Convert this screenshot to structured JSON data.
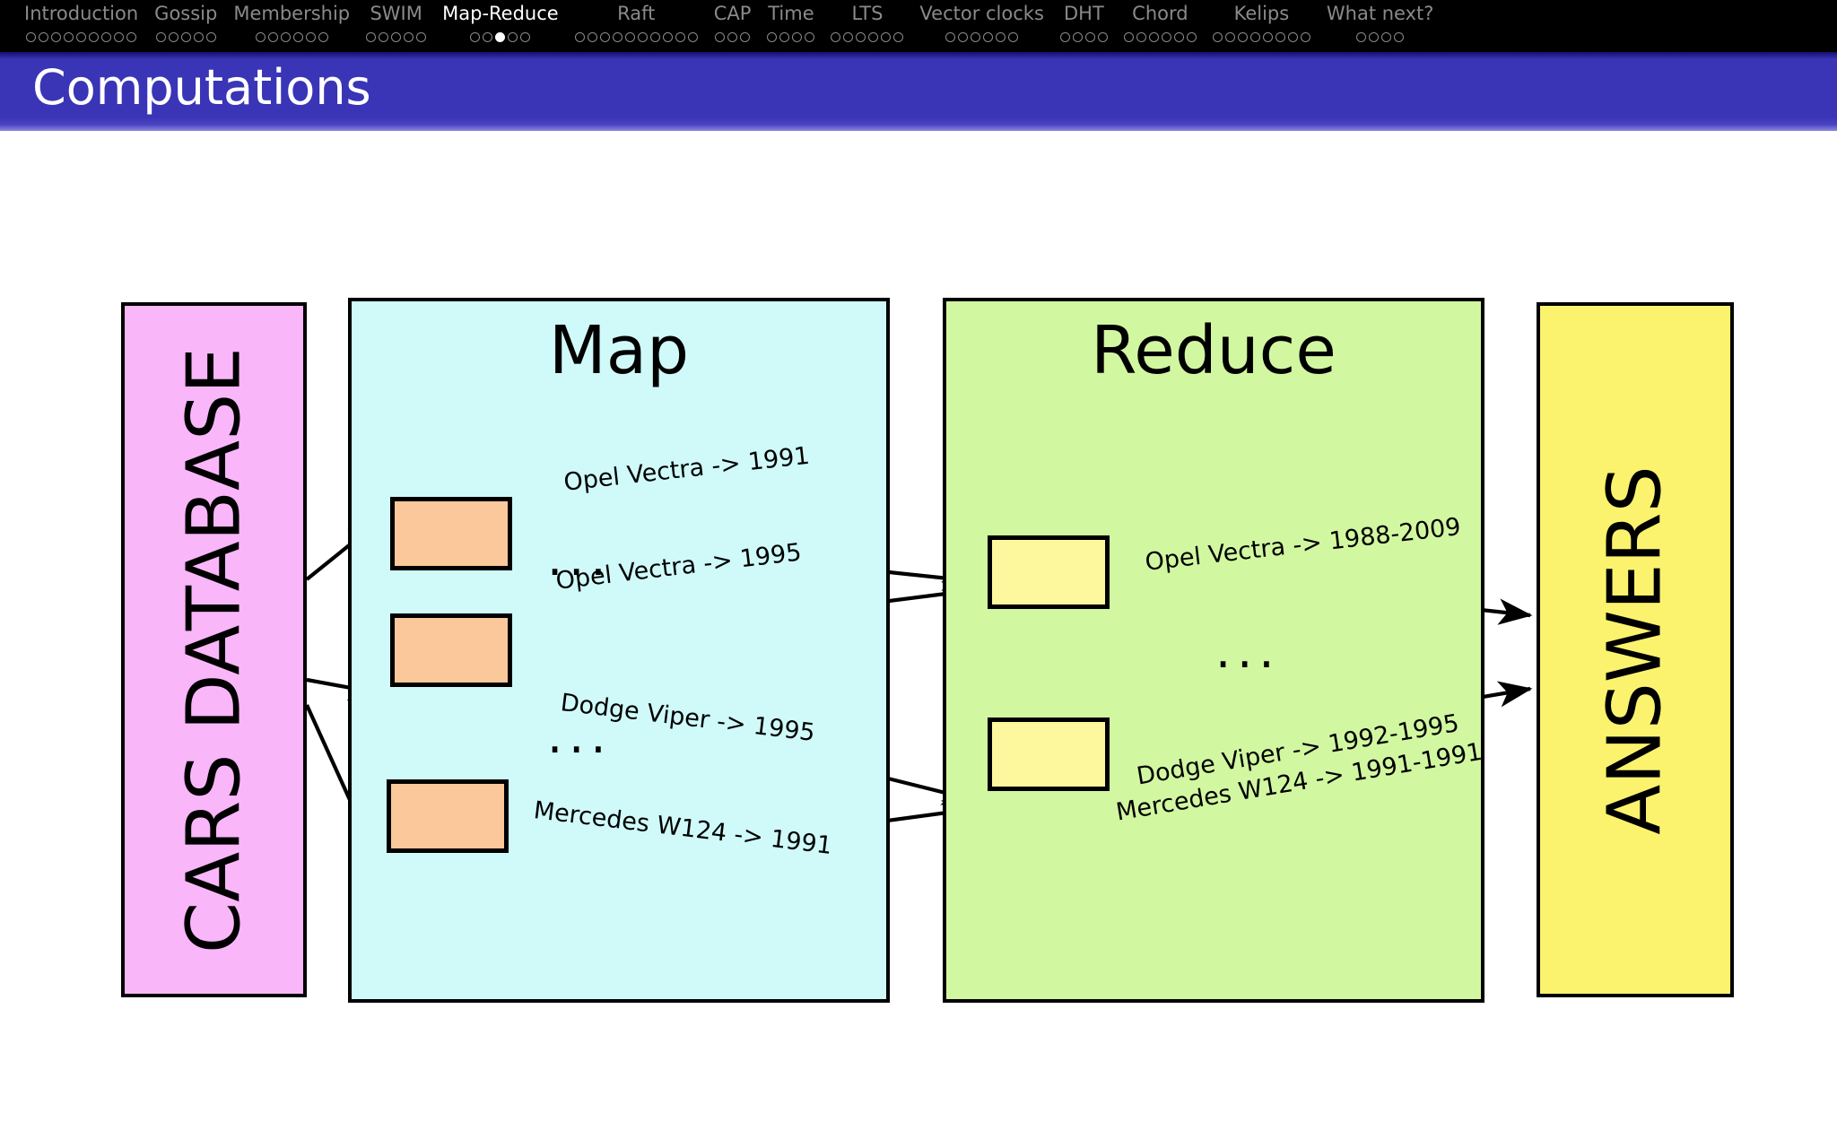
{
  "nav": {
    "sections": [
      {
        "label": "Introduction",
        "dots": 9,
        "current": -1,
        "active": false
      },
      {
        "label": "Gossip",
        "dots": 5,
        "current": -1,
        "active": false
      },
      {
        "label": "Membership",
        "dots": 6,
        "current": -1,
        "active": false
      },
      {
        "label": "SWIM",
        "dots": 5,
        "current": -1,
        "active": false
      },
      {
        "label": "Map-Reduce",
        "dots": 5,
        "current": 2,
        "active": true
      },
      {
        "label": "Raft",
        "dots": 10,
        "current": -1,
        "active": false
      },
      {
        "label": "CAP",
        "dots": 3,
        "current": -1,
        "active": false
      },
      {
        "label": "Time",
        "dots": 4,
        "current": -1,
        "active": false
      },
      {
        "label": "LTS",
        "dots": 6,
        "current": -1,
        "active": false
      },
      {
        "label": "Vector clocks",
        "dots": 6,
        "current": -1,
        "active": false
      },
      {
        "label": "DHT",
        "dots": 4,
        "current": -1,
        "active": false
      },
      {
        "label": "Chord",
        "dots": 6,
        "current": -1,
        "active": false
      },
      {
        "label": "Kelips",
        "dots": 8,
        "current": -1,
        "active": false
      },
      {
        "label": "What next?",
        "dots": 4,
        "current": -1,
        "active": false
      }
    ]
  },
  "banner": {
    "title": "Computations",
    "color": "#3a34b6"
  },
  "diagram": {
    "source": {
      "label": "CARS DATABASE",
      "color": "#f9b6f9"
    },
    "map": {
      "title": "Map",
      "color": "#d0fafa",
      "worker_color": "#fac89a",
      "ellipsis": "..."
    },
    "reduce": {
      "title": "Reduce",
      "color": "#d2f7a1",
      "worker_color": "#fdf79e",
      "ellipsis": "..."
    },
    "answers": {
      "label": "ANSWERS",
      "color": "#fbf36e"
    },
    "map_outputs": [
      "Opel Vectra -> 1991",
      "Opel Vectra -> 1995",
      "Dodge Viper -> 1995",
      "Mercedes W124 -> 1991"
    ],
    "reduce_outputs": [
      "Opel Vectra -> 1988-2009",
      "Dodge Viper -> 1992-1995",
      "Mercedes W124 -> 1991-1991"
    ]
  }
}
